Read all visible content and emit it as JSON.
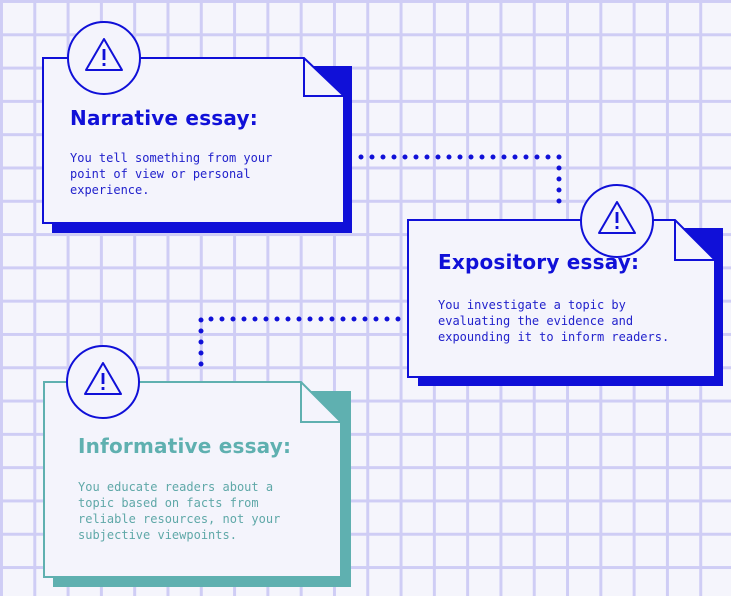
{
  "colors": {
    "background": "#f5f5fc",
    "grid": "#cfcdf5",
    "card_fill": "#f4f4fc",
    "blue_accent": "#1010d8",
    "teal_accent": "#5fb0b0"
  },
  "cards": [
    {
      "title": "Narrative essay:",
      "body": "You tell something from your point of view or personal experience.",
      "icon": "warning-triangle-icon"
    },
    {
      "title": "Expository essay:",
      "body": "You investigate a topic by evaluating the evidence and expounding it to inform readers.",
      "icon": "warning-triangle-icon"
    },
    {
      "title": "Informative essay:",
      "body": "You educate readers about a topic based on facts from reliable resources, not your subjective viewpoints.",
      "icon": "warning-triangle-icon"
    }
  ]
}
